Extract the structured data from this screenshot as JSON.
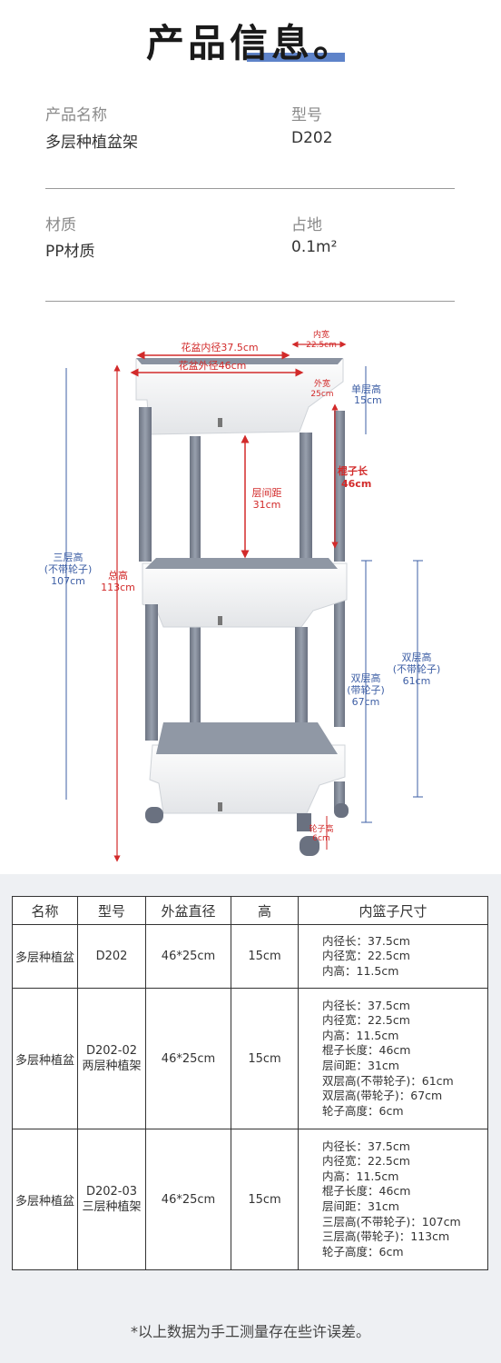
{
  "header": {
    "title": "产品信息。"
  },
  "info": {
    "name_label": "产品名称",
    "name_value": "多层种植盆架",
    "model_label": "型号",
    "model_value": "D202",
    "material_label": "材质",
    "material_value": "PP材质",
    "area_label": "占地",
    "area_value": "0.1m²"
  },
  "diagram": {
    "inner_width": "内宽",
    "inner_width_val": "22.5cm",
    "inner_len": "花盆内径37.5cm",
    "outer_len": "花盆外径46cm",
    "outer_width": "外宽",
    "outer_width_val": "25cm",
    "single_h": "单层高",
    "single_h_val": "15cm",
    "pole": "棍子长",
    "pole_val": "46cm",
    "gap": "层间距",
    "gap_val": "31cm",
    "three_nw": "三层高",
    "three_nw_sub": "(不带轮子)",
    "three_nw_val": "107cm",
    "total": "总高",
    "total_val": "113cm",
    "two_nw": "双层高",
    "two_nw_sub": "(不带轮子)",
    "two_nw_val": "61cm",
    "two_w": "双层高",
    "two_w_sub": "(带轮子)",
    "two_w_val": "67cm",
    "wheel": "轮子高",
    "wheel_val": "6cm",
    "colors": {
      "red": "#d22a2a",
      "blue": "#3e5fa5",
      "pole": "#7d8593",
      "basket": "#f3f4f5"
    }
  },
  "table": {
    "headers": [
      "名称",
      "型号",
      "外盆直径",
      "高",
      "内篮子尺寸"
    ],
    "rows": [
      {
        "name": "多层种植盆",
        "model": [
          "D202"
        ],
        "outer": "46*25cm",
        "height": "15cm",
        "details": [
          "内径长：37.5cm",
          "内径宽：22.5cm",
          "内高：11.5cm"
        ]
      },
      {
        "name": "多层种植盆",
        "model": [
          "D202-02",
          "两层种植架"
        ],
        "outer": "46*25cm",
        "height": "15cm",
        "details": [
          "内径长：37.5cm",
          "内径宽：22.5cm",
          "内高：11.5cm",
          "棍子长度：46cm",
          "层间距：31cm",
          "双层高(不带轮子)：61cm",
          "双层高(带轮子)：67cm",
          "轮子高度：6cm"
        ]
      },
      {
        "name": "多层种植盆",
        "model": [
          "D202-03",
          "三层种植架"
        ],
        "outer": "46*25cm",
        "height": "15cm",
        "details": [
          "内径长：37.5cm",
          "内径宽：22.5cm",
          "内高：11.5cm",
          "棍子长度：46cm",
          "层间距：31cm",
          "三层高(不带轮子)：107cm",
          "三层高(带轮子)：113cm",
          "轮子高度：6cm"
        ]
      }
    ]
  },
  "footnote": "*以上数据为手工测量存在些许误差。"
}
